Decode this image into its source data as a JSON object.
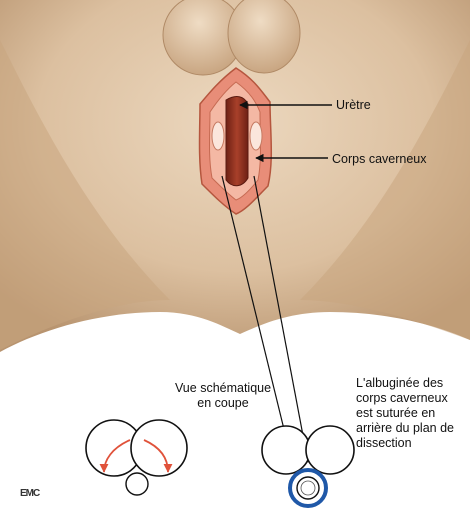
{
  "labels": {
    "uretre": "Urètre",
    "corps_caverneux": "Corps caverneux",
    "vue_schematique": "Vue schématique\nen coupe",
    "albuginee": "L'albuginée des\ncorps caverneux\nest suturée en\narrière du plan de\ndissection"
  },
  "logo_text": "EMC",
  "colors": {
    "skin": "#e2c9ac",
    "skin_shadow": "#b59270",
    "wound_rim": "#e07e6a",
    "urethra": "#8b2e1e",
    "arrow_red": "#e0523a",
    "ring_blue": "#1f58a8"
  }
}
